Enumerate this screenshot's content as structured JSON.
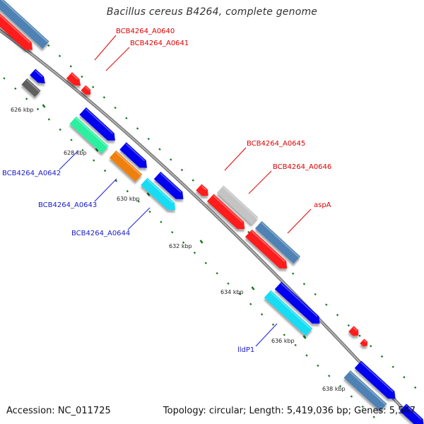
{
  "title": "Bacillus cereus B4264, complete genome",
  "accession": "Accession: NC_011725",
  "topology": "Topology: circular; Length: 5,419,036 bp; Genes: 5,547",
  "colors": {
    "backbone": "#808080",
    "red": "#ff1a1a",
    "blue": "#0000ee",
    "steel": "#4f82b4",
    "gray": "#5e5e5e",
    "lightgray": "#c4c4c4",
    "cyan": "#16dcf4",
    "orange": "#f08010",
    "green": "#2af0a0",
    "tick": "#11761b"
  },
  "kbp_labels": [
    "626 kbp",
    "628 kbp",
    "630 kbp",
    "632 kbp",
    "634 kbp",
    "636 kbp",
    "638 kbp"
  ],
  "gene_labels": {
    "a0640": "BCB4264_A0640",
    "a0641": "BCB4264_A0641",
    "a0642": "BCB4264_A0642",
    "a0643": "BCB4264_A0643",
    "a0644": "BCB4264_A0644",
    "a0645": "BCB4264_A0645",
    "a0646": "BCB4264_A0646",
    "aspA": "aspA",
    "lldP1": "lldP1"
  }
}
